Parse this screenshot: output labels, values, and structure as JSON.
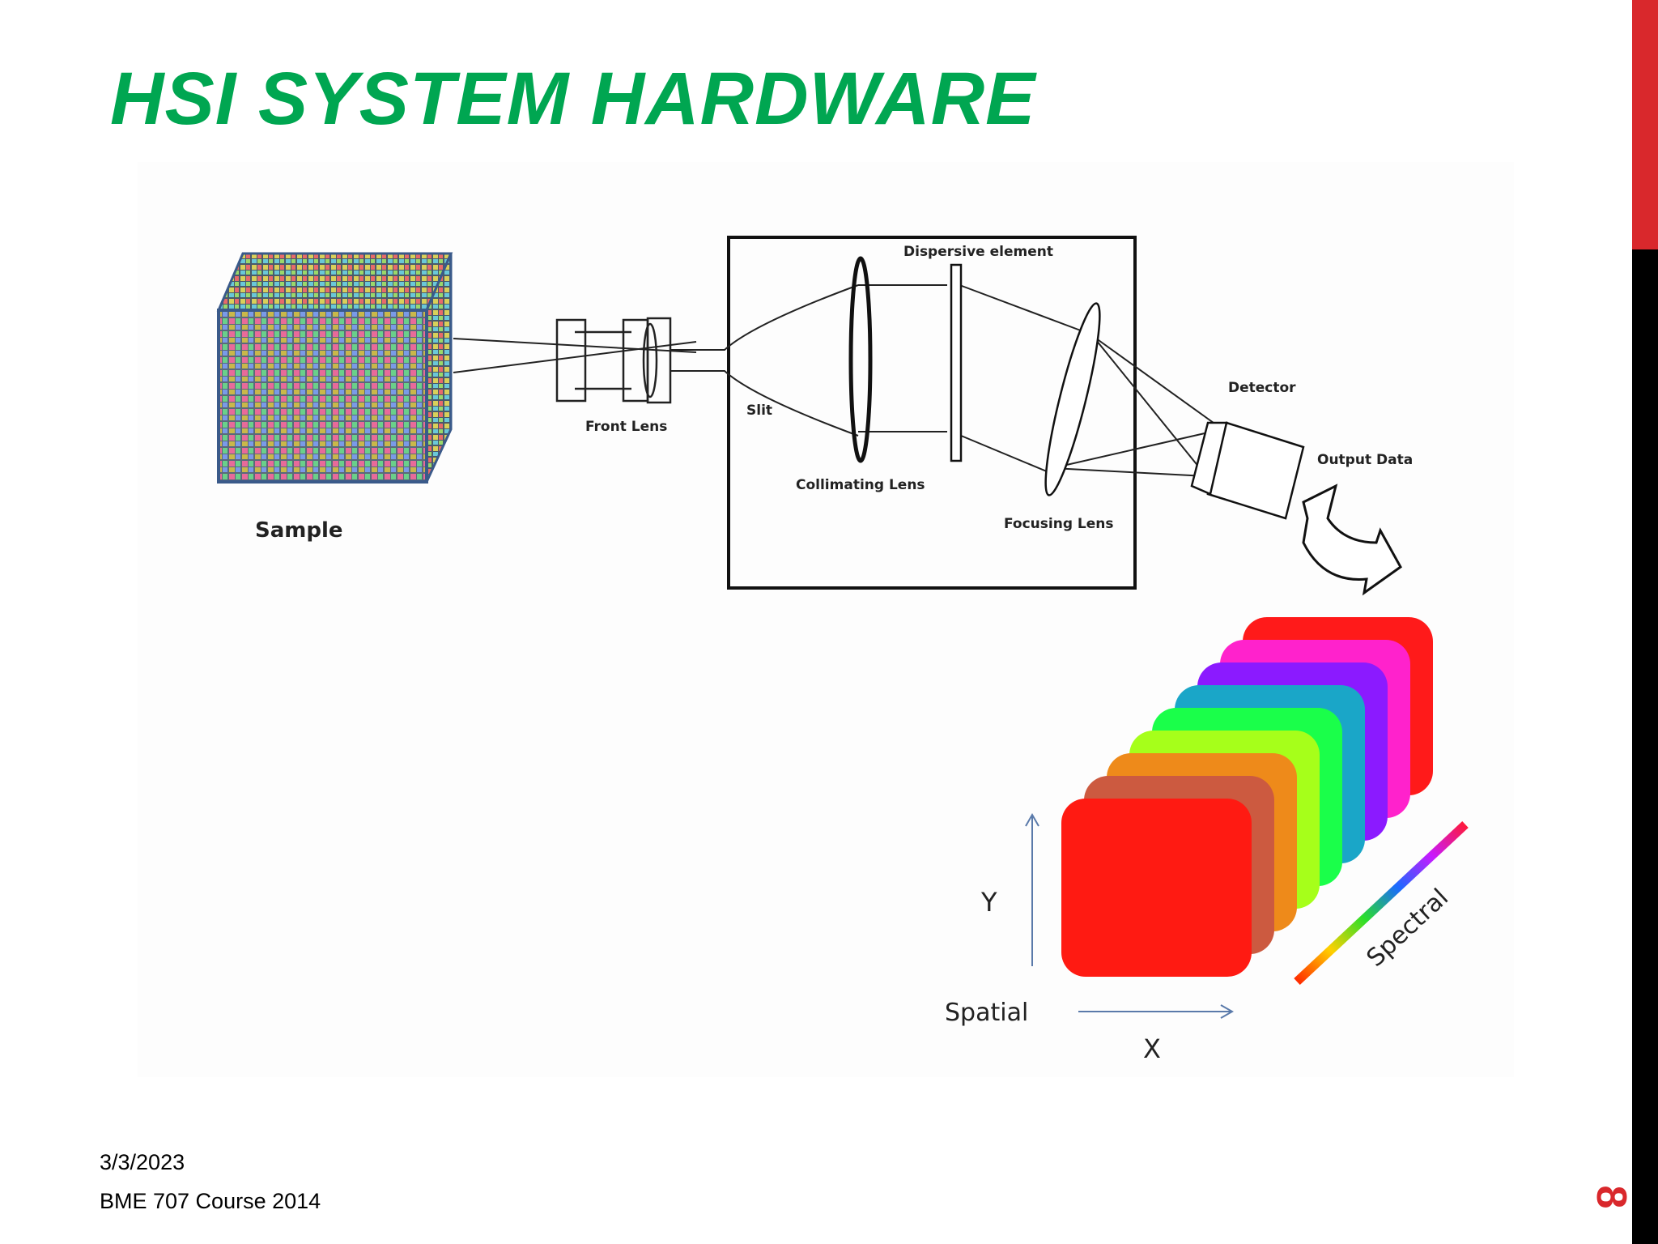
{
  "slide": {
    "title": "HSI SYSTEM HARDWARE",
    "footer_date": "3/3/2023",
    "footer_course": "BME 707 Course 2014",
    "page_number": "8"
  },
  "diagram": {
    "labels": {
      "sample": "Sample",
      "front_lens": "Front Lens",
      "slit": "Slit",
      "collimating_lens": "Collimating Lens",
      "dispersive_element": "Dispersive element",
      "focusing_lens": "Focusing Lens",
      "detector": "Detector",
      "output_data": "Output Data"
    },
    "cube": {
      "y_axis": "Y",
      "x_axis": "X",
      "spatial": "Spatial",
      "spectral": "Spectral",
      "band_colors": [
        "#ff1a1a",
        "#ff22cc",
        "#8b1aff",
        "#1aa6c8",
        "#1aff4a",
        "#a6ff1a",
        "#ee8a1a",
        "#cc5a40",
        "#ff1a12"
      ]
    }
  },
  "colors": {
    "title": "#00a651",
    "accent": "#d9282c"
  }
}
